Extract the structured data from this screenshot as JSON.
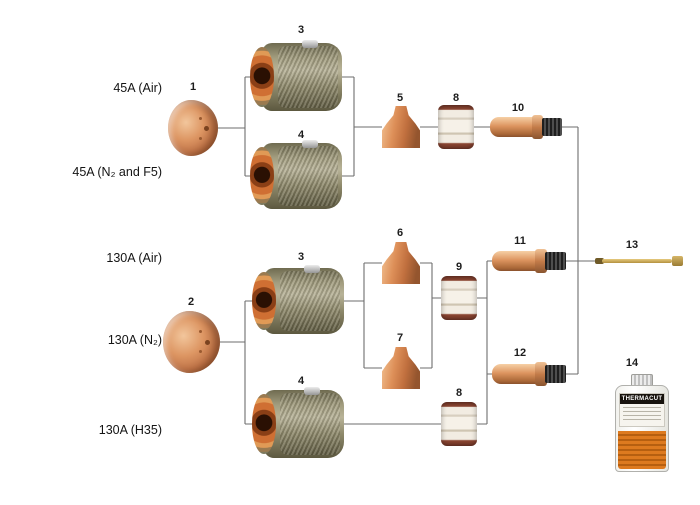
{
  "rows": [
    {
      "label": "45A (Air)"
    },
    {
      "label": "45A (N₂ and F5)"
    },
    {
      "label": "130A (Air)"
    },
    {
      "label": "130A (N₂)"
    },
    {
      "label": "130A (H35)"
    }
  ],
  "callouts": {
    "c3a": "3",
    "c1": "1",
    "c4a": "4",
    "c5": "5",
    "c8a": "8",
    "c10": "10",
    "c6": "6",
    "c11": "11",
    "c13": "13",
    "c3b": "3",
    "c9": "9",
    "c2": "2",
    "c7": "7",
    "c12": "12",
    "c14": "14",
    "c4b": "4",
    "c8b": "8"
  },
  "bottle": {
    "brand": "THERMACUT"
  },
  "colors": {
    "copper": "#c97f52",
    "olive": "#93906f",
    "swirl_band": "#7c3b2c",
    "coolant_orange": "#dd7a1f",
    "connector_line": "#6e6e6e"
  }
}
